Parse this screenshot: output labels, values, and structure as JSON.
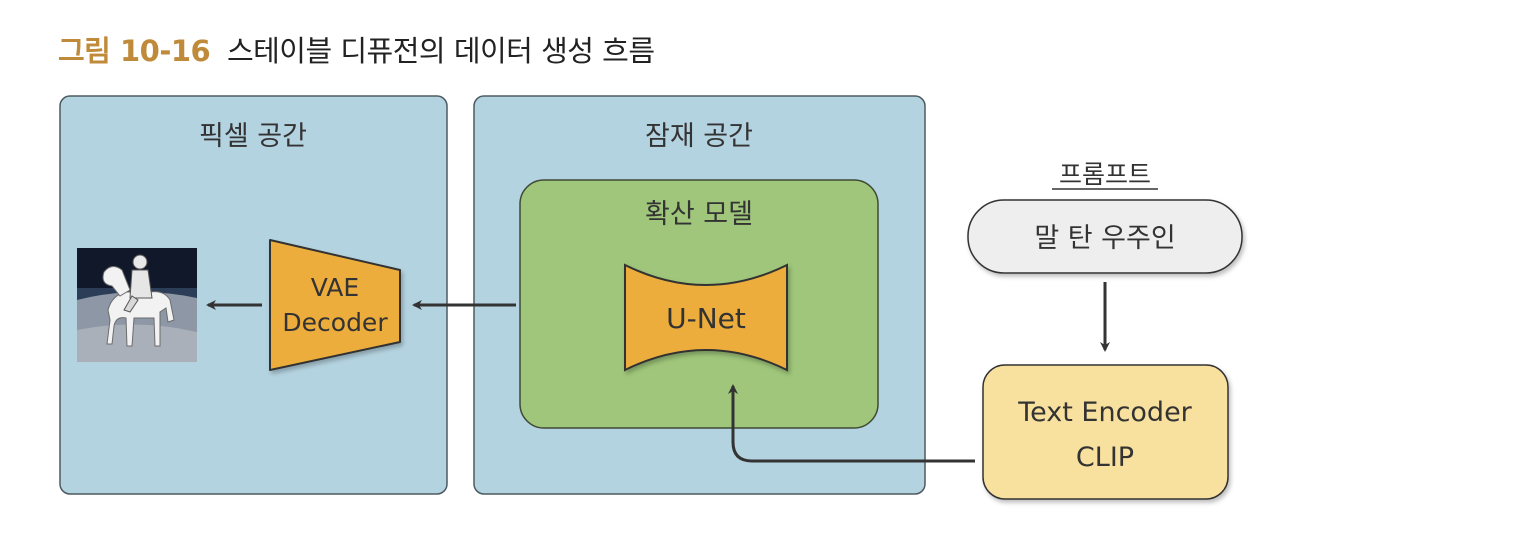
{
  "caption": {
    "number": "그림 10-16",
    "title": "스테이블 디퓨전의 데이터 생성 흐름"
  },
  "regions": {
    "pixel_space": "픽셀 공간",
    "latent_space": "잠재 공간",
    "diffusion_model": "확산 모델",
    "prompt_label": "프롬프트"
  },
  "nodes": {
    "vae_decoder": [
      "VAE",
      "Decoder"
    ],
    "unet": "U-Net",
    "prompt_text": "말 탄 우주인",
    "text_encoder": [
      "Text Encoder",
      "CLIP"
    ]
  },
  "image": {
    "subject": "astronaut riding a white horse on the moon"
  },
  "colors": {
    "panel_fill": "#b4d3e0",
    "panel_stroke": "#4d5a60",
    "model_fill": "#9fc67a",
    "orange_fill": "#ecad3c",
    "prompt_fill": "#eeeeee",
    "encoder_fill": "#f8e09e",
    "caption_accent": "#c08a3b",
    "arrow": "#333333"
  }
}
